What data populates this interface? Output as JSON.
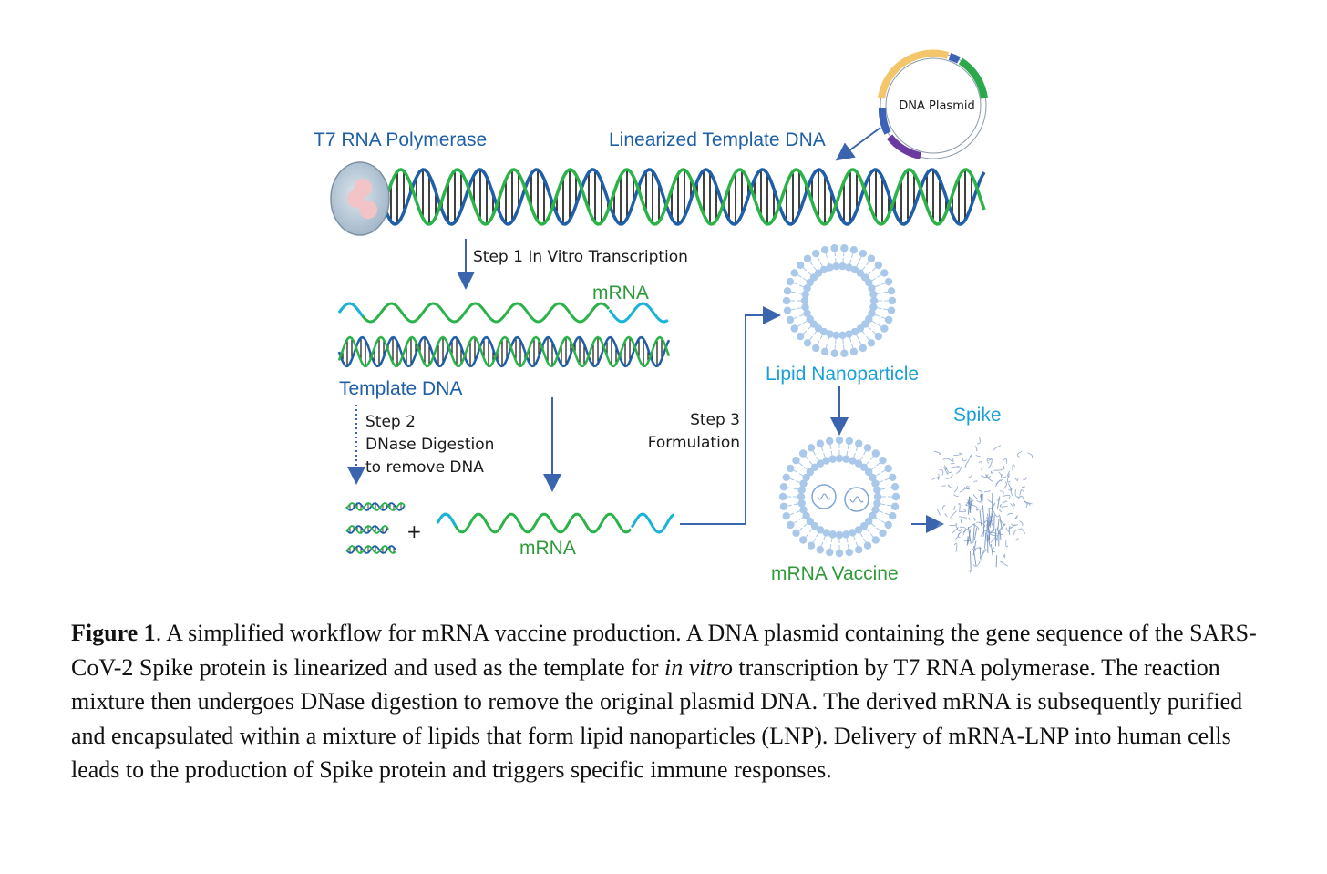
{
  "diagram": {
    "plasmid_label": "DNA Plasmid",
    "t7_label": "T7 RNA Polymerase",
    "linearized_label": "Linearized Template DNA",
    "step1_label": "Step 1  In Vitro Transcription",
    "mrna_top_label": "mRNA",
    "template_dna_label": "Template DNA",
    "step2_line1": "Step 2",
    "step2_line2": "DNase Digestion",
    "step2_line3": "to remove DNA",
    "plus_sign": "+",
    "mrna_bottom_label": "mRNA",
    "step3_line1": "Step 3",
    "step3_line2": "Formulation",
    "lnp_label": "Lipid Nanoparticle",
    "spike_label": "Spike",
    "vaccine_label": "mRNA Vaccine",
    "colors": {
      "dna_blue": "#1f5fa8",
      "dna_green": "#2bb34a",
      "mrna_cyan": "#19b3d9",
      "lipid": "#a9c8ea",
      "arrow": "#3a64ad"
    }
  },
  "caption": {
    "figure_label": "Figure 1",
    "text_before_italic": ". A simplified workflow for mRNA vaccine production. A DNA plasmid containing the gene sequence of the SARS-CoV-2 Spike protein is linearized and used as the template for ",
    "italic": "in vitro",
    "text_after_italic": " transcription by T7 RNA polymerase. The reaction mixture then undergoes DNase digestion to remove the original plasmid DNA. The derived mRNA is subsequently purified and encapsulated within a mixture of lipids that form lipid nanoparticles (LNP). Delivery of mRNA-LNP into human cells leads to the production of Spike protein and triggers specific immune responses."
  }
}
